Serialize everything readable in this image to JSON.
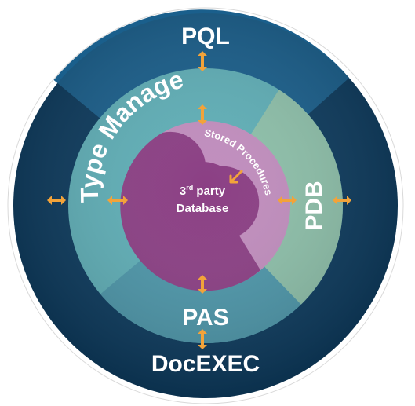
{
  "layers": {
    "outer_top": "PQL",
    "outer_bottom": "DocEXEC",
    "middle_left": "Type Manager",
    "middle_right": "PDB",
    "middle_bottom": "PAS",
    "inner_ring": "Stored Procedures",
    "core_line1_base": "3",
    "core_line1_sup": "rd",
    "core_line1_rest": " party",
    "core_line2": "Database"
  },
  "colors": {
    "outer_dark": "#0d3b5e",
    "outer_top": "#1a5f8c",
    "type_manager": "#5faeb6",
    "pdb": "#8dbfa9",
    "pas": "#4d96a9",
    "stored_procedures": "#c08dbd",
    "core": "#8b3f84",
    "arrow": "#f2a33a"
  },
  "arrow_icon": "double-headed-arrow"
}
